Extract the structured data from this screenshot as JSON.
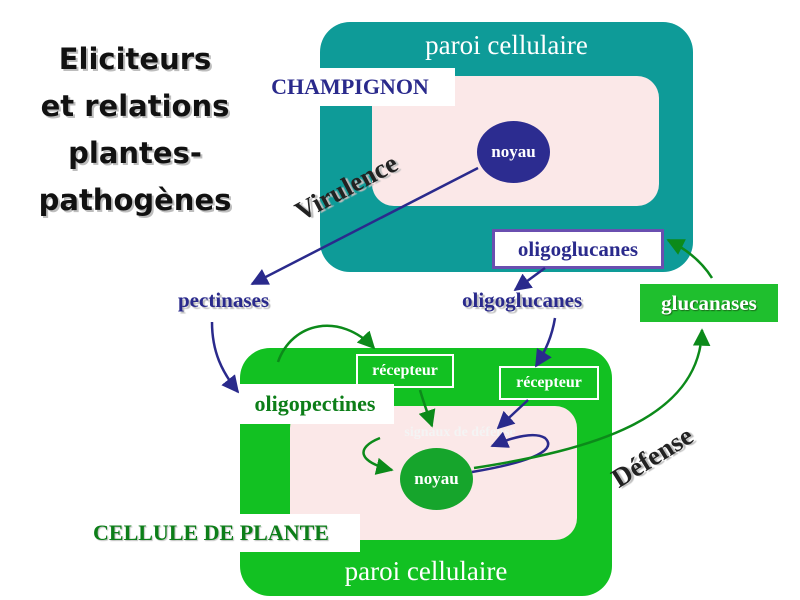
{
  "title": {
    "line1": "Eliciteurs",
    "line2": "et relations",
    "line3": "plantes-",
    "line4": "pathogènes"
  },
  "fungus": {
    "wall_label": "paroi cellulaire",
    "name": "CHAMPIGNON",
    "nucleus": "noyau",
    "oligoglucanes_box": "oligoglucanes"
  },
  "middle": {
    "pectinases": "pectinases",
    "oligoglucanes": "oligoglucanes",
    "glucanases": "glucanases"
  },
  "plant": {
    "wall_label": "paroi cellulaire",
    "name": "CELLULE DE PLANTE",
    "nucleus": "noyau",
    "receptor1": "récepteur",
    "receptor2": "récepteur",
    "oligopectines": "oligopectines",
    "signals": "signaux de défense"
  },
  "labels": {
    "virulence": "Virulence",
    "defense": "Défense"
  },
  "colors": {
    "fungus_wall": "#0e9b98",
    "plant_wall": "#12c122",
    "cytoplasm": "#fbe8e8",
    "arrow_blue": "#2a2a8c",
    "arrow_green": "#0c8a1a"
  }
}
